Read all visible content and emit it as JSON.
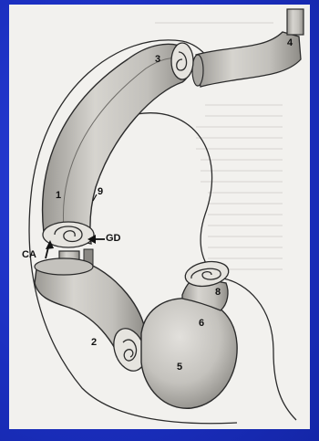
{
  "figure": {
    "labels": {
      "n1": "1",
      "n2": "2",
      "n3": "3",
      "n4": "4",
      "n5": "5",
      "n6": "6",
      "n8": "8",
      "n9": "9",
      "gd": "GD",
      "ca": "CA"
    },
    "colors": {
      "slide_background": "#1b2fc0",
      "paper": "#f2f1ee",
      "tissue_fill": "#c9c7c2",
      "tissue_dark": "#8e8c87",
      "outline": "#2b2b2b"
    },
    "icons": {
      "arrow_gd": "left-arrow-icon",
      "arrow_ca": "up-arrow-icon"
    }
  }
}
